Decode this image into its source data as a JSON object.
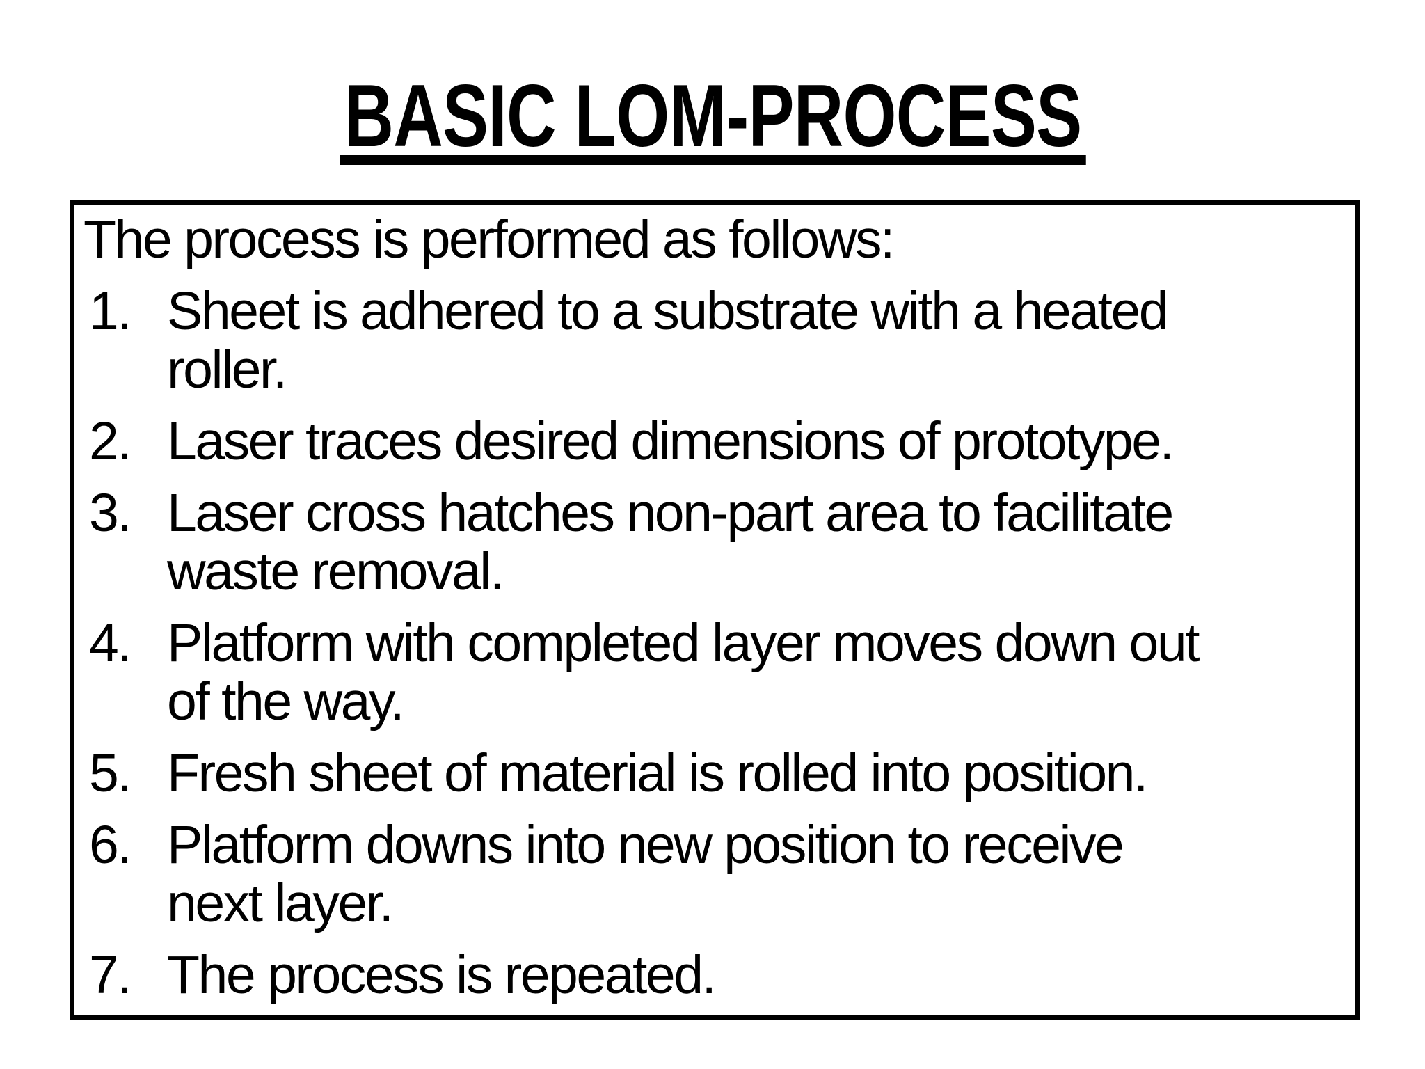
{
  "slide": {
    "title": "BASIC LOM-PROCESS",
    "intro": "The process is performed as follows:",
    "steps": [
      {
        "number": "1.",
        "text": "Sheet is adhered to a substrate with a heated\nroller."
      },
      {
        "number": "2.",
        "text": "Laser traces desired dimensions of prototype."
      },
      {
        "number": "3.",
        "text": "Laser cross hatches non-part area to facilitate\nwaste removal."
      },
      {
        "number": "4.",
        "text": "Platform with completed layer moves down out\nof the way."
      },
      {
        "number": "5.",
        "text": "Fresh sheet of material is rolled into position."
      },
      {
        "number": "6.",
        "text": "Platform downs into new position to receive\nnext layer."
      },
      {
        "number": "7.",
        "text": "The process is repeated."
      }
    ],
    "colors": {
      "background": "#ffffff",
      "text": "#000000",
      "border": "#000000"
    }
  }
}
